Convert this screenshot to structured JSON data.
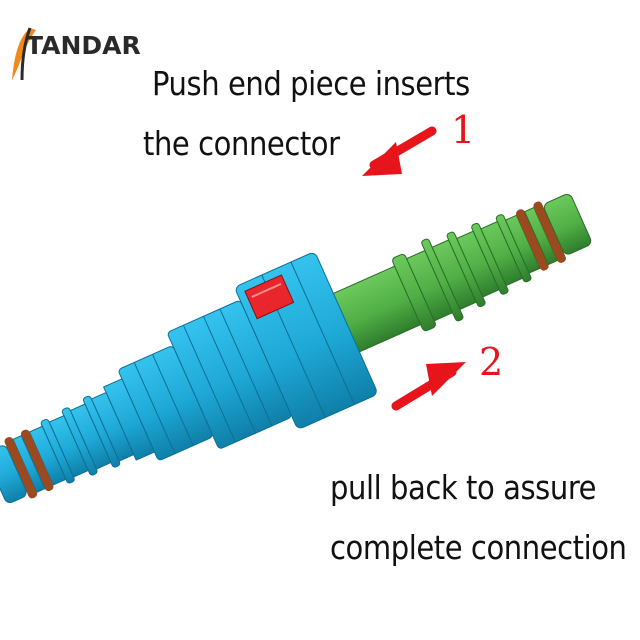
{
  "brand": {
    "name": "TANDAR"
  },
  "captions": {
    "push_line1": "Push end piece inserts",
    "push_line2": "the connector",
    "pull_line1": "pull back to assure",
    "pull_line2": "complete connection"
  },
  "steps": {
    "one": "1",
    "two": "2"
  },
  "colors": {
    "connector_body": "#1ea8d6",
    "connector_shadow": "#0f7fa8",
    "end_piece": "#4fae45",
    "end_piece_shadow": "#2f7d2c",
    "latch": "#e8262c",
    "o_ring": "#9a4a1e",
    "arrow": "#e8141c",
    "logo_accent": "#f08a1c"
  },
  "icons": {
    "arrow_push": "arrow-left-icon",
    "arrow_pull": "arrow-right-icon"
  }
}
